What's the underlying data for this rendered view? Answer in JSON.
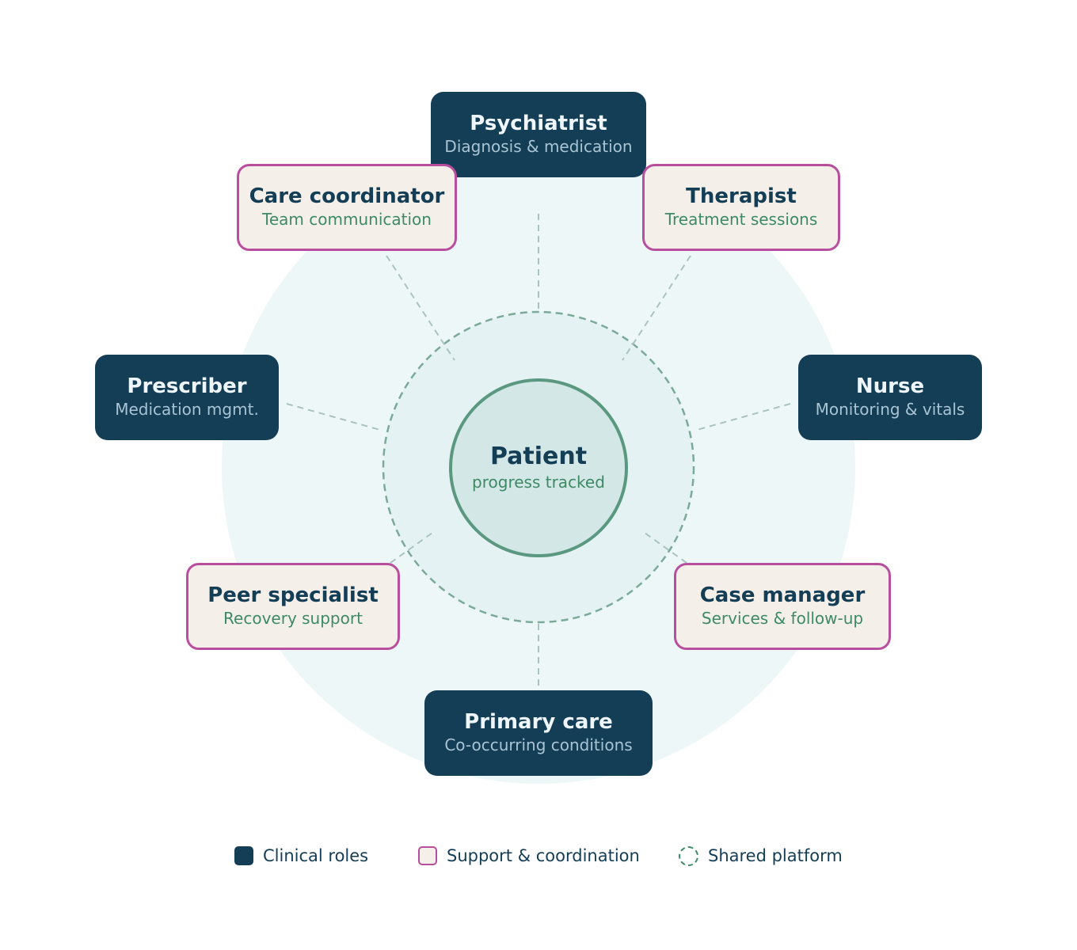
{
  "center": {
    "title": "Patient",
    "subtitle": "progress tracked"
  },
  "roles": [
    {
      "title": "Psychiatrist",
      "subtitle": "Diagnosis & medication",
      "kind": "clinical"
    },
    {
      "title": "Care coordinator",
      "subtitle": "Team communication",
      "kind": "support"
    },
    {
      "title": "Therapist",
      "subtitle": "Treatment sessions",
      "kind": "support"
    },
    {
      "title": "Prescriber",
      "subtitle": "Medication mgmt.",
      "kind": "clinical"
    },
    {
      "title": "Nurse",
      "subtitle": "Monitoring & vitals",
      "kind": "clinical"
    },
    {
      "title": "Peer specialist",
      "subtitle": "Recovery support",
      "kind": "support"
    },
    {
      "title": "Case manager",
      "subtitle": "Services & follow-up",
      "kind": "support"
    },
    {
      "title": "Primary care",
      "subtitle": "Co-occurring conditions",
      "kind": "clinical"
    }
  ],
  "legend": {
    "clinical": "Clinical roles",
    "support": "Support & coordination",
    "platform": "Shared platform"
  },
  "colors": {
    "clinical_fill": "#143d56",
    "support_fill": "#f4efe8",
    "support_border": "#b84f9e",
    "platform_ring": "#7aaa98",
    "patient_fill": "#d3e7e6",
    "outer_halo": "#eef7f7"
  }
}
